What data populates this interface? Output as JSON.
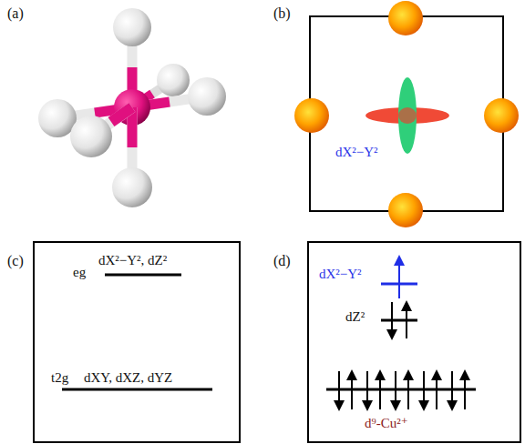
{
  "diagram": {
    "nodes": [
      {
        "text": [
          "(b)",
          "dX²−Y²"
        ]
      },
      {
        "text": [
          "(c)",
          "eg",
          "dX²−Y², dZ²",
          "t2g",
          "dXY, dXZ, dYZ"
        ]
      },
      {
        "text": [
          "(d)",
          "dX²−Y²",
          "dZ²",
          "d⁹-Cu²⁺"
        ]
      }
    ],
    "labels": [
      "(a)"
    ]
  }
}
